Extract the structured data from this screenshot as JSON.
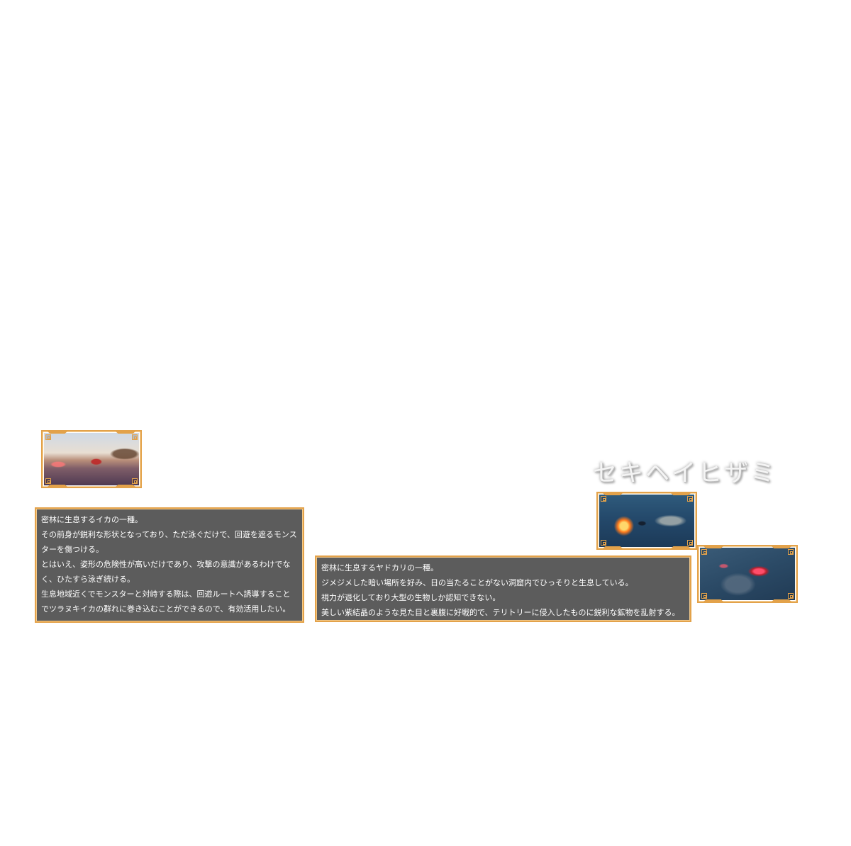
{
  "left_entry": {
    "description": [
      "密林に生息するイカの一種。",
      "その前身が鋭利な形状となっており、ただ泳ぐだけで、回遊を遮るモンスターを傷つける。",
      "とはいえ、姿形の危険性が高いだけであり、攻撃の意識があるわけでなく、ひたすら泳ぎ続ける。",
      "生息地域近くでモンスターと対峙する際は、回遊ルートへ誘導することでツラヌキイカの群れに巻き込むことができるので、有効活用したい。"
    ]
  },
  "right_entry": {
    "title": "セキヘイヒザミ",
    "description": [
      "密林に生息するヤドカリの一種。",
      "ジメジメした暗い場所を好み、日の当たることがない洞窟内でひっそりと生息している。",
      "視力が退化しており大型の生物しか認知できない。",
      "美しい紫結晶のような見た目と裏腹に好戦的で、テリトリーに侵入したものに鋭利な鉱物を乱射する。"
    ]
  },
  "colors": {
    "frame": "#e3a24a",
    "panel_bg": "#5c5c5c",
    "panel_text": "#ffffff"
  }
}
